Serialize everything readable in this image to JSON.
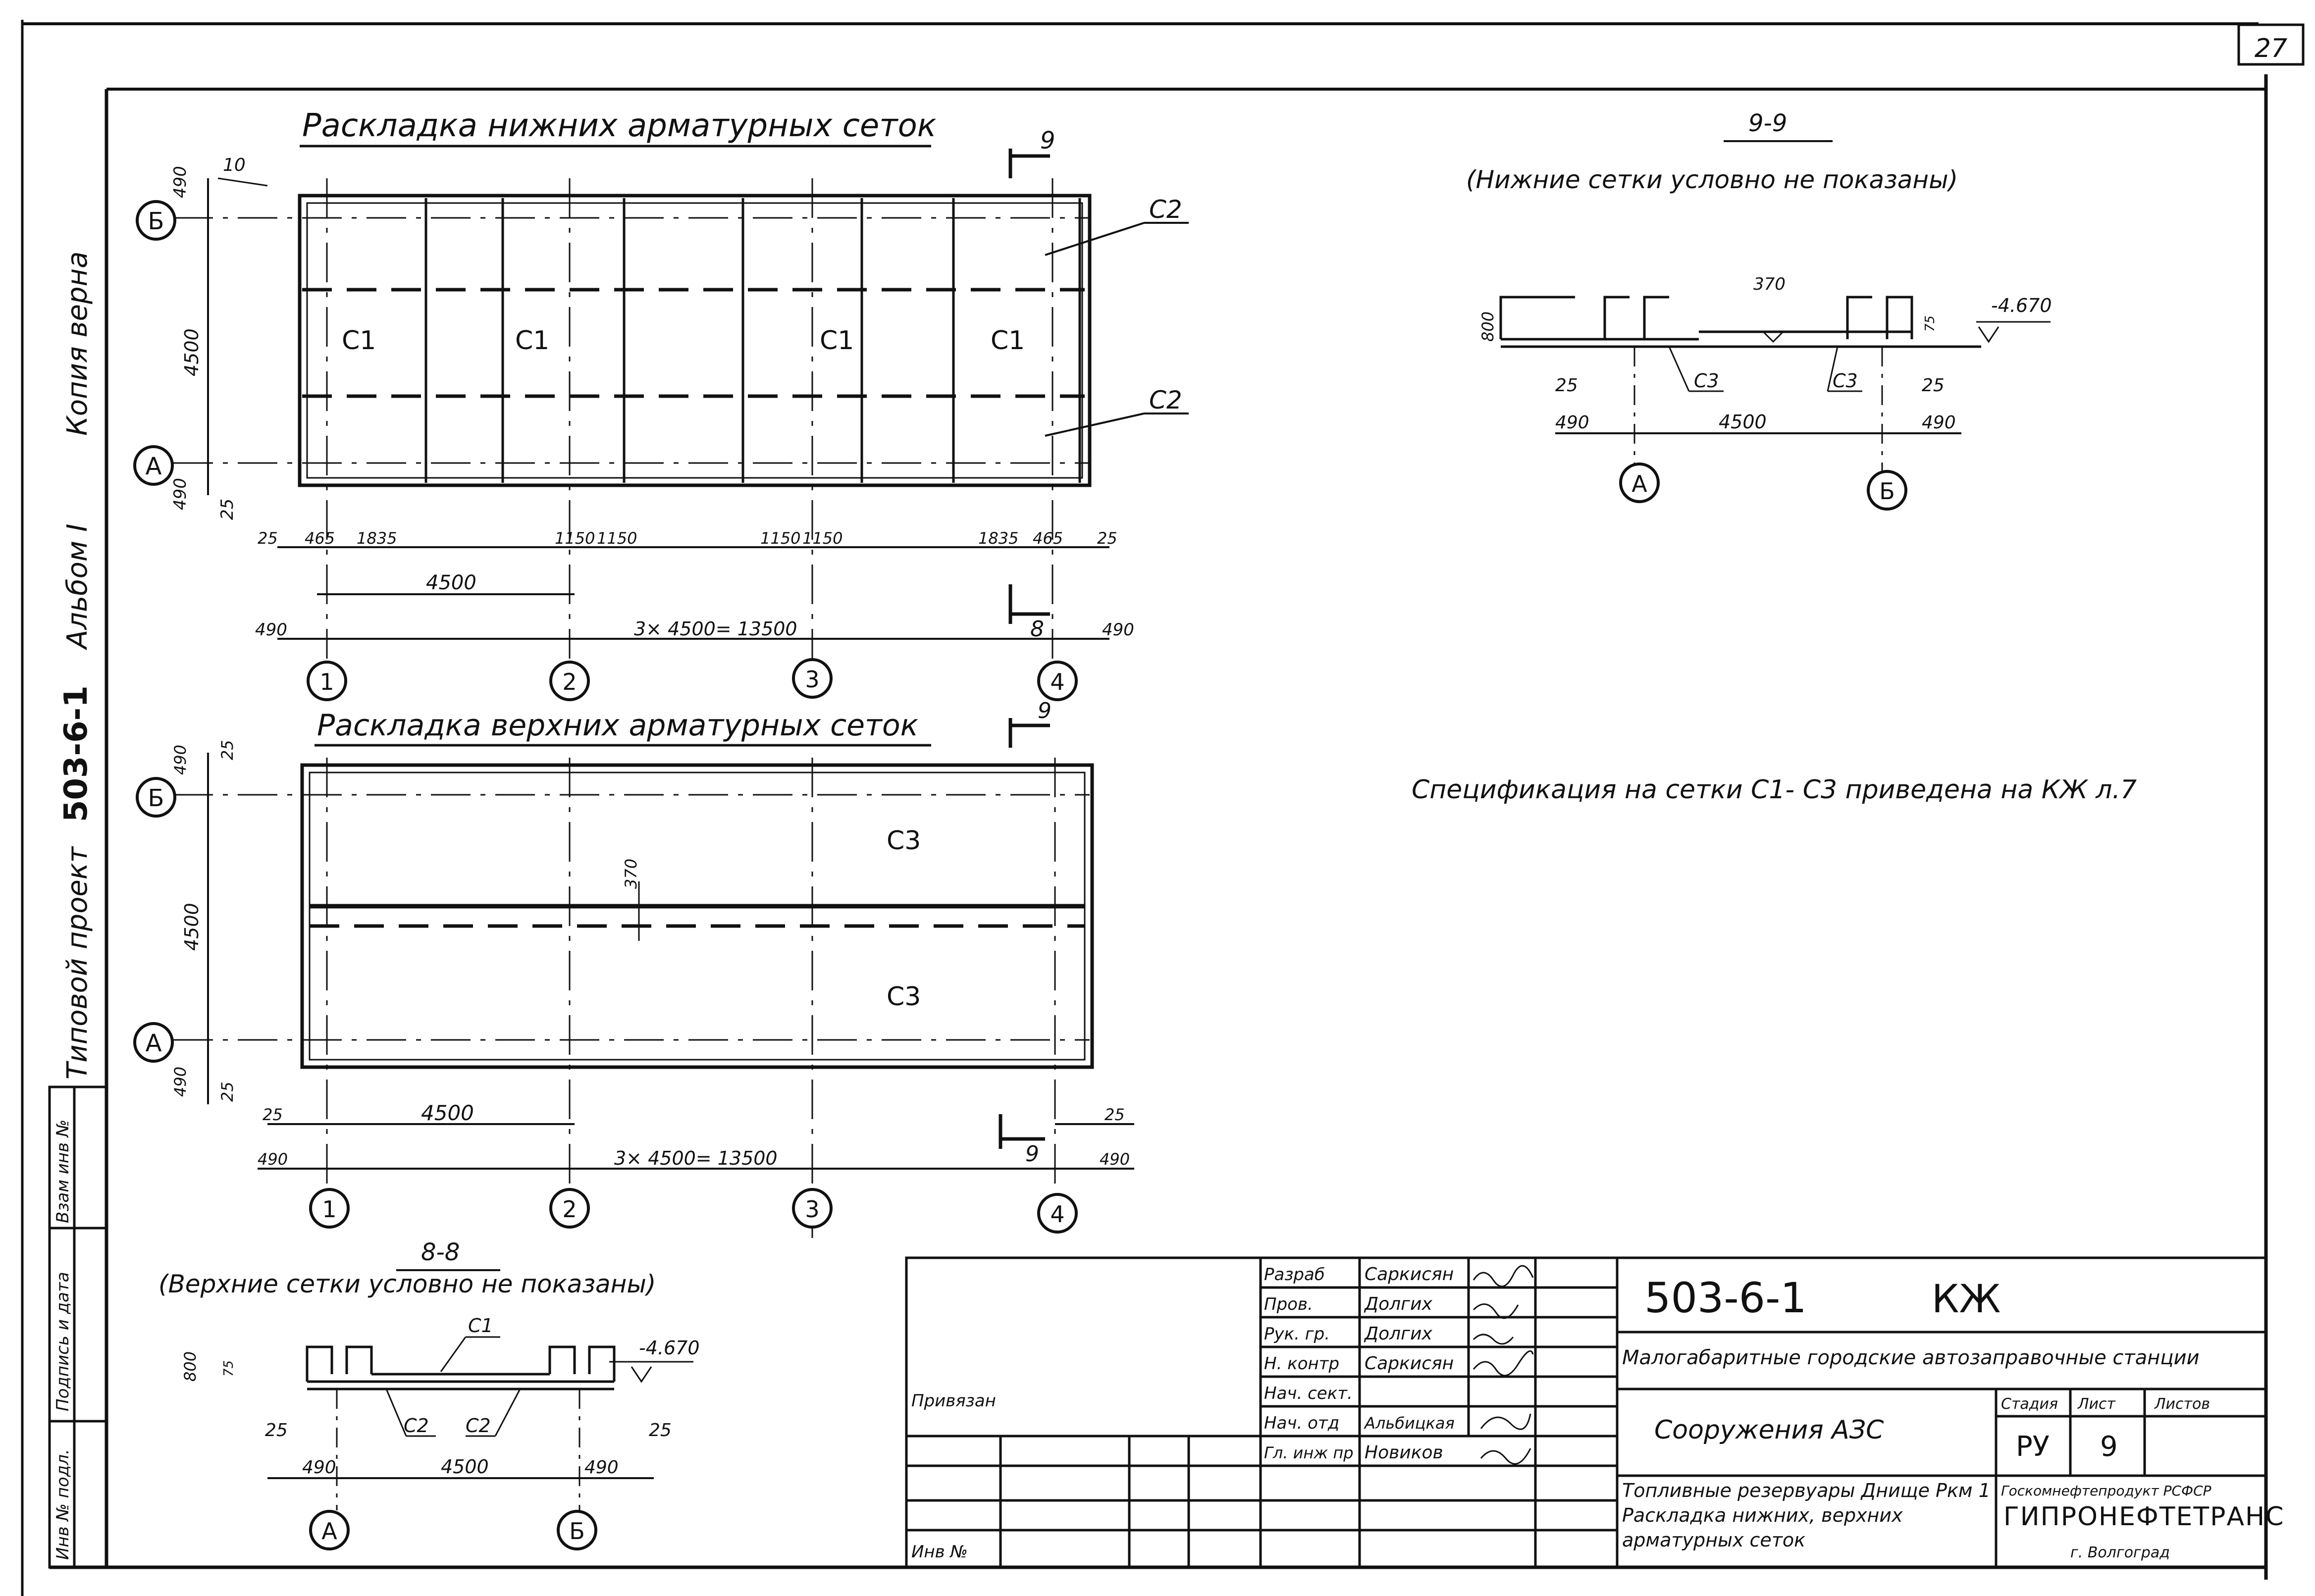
{
  "sheet_number": "27",
  "side_labels": {
    "project_label": "Типовой проект",
    "project_code": "503-6-1",
    "album": "Альбом I",
    "copy_note": "Копия верна"
  },
  "stamp_labels": [
    "Инв № подл.",
    "Подпись и дата",
    "Взам инв №"
  ],
  "plan_lower": {
    "title": "Раскладка нижних арматурных сеток",
    "axis_rows": [
      "Б",
      "А"
    ],
    "axis_cols": [
      "1",
      "2",
      "3",
      "4"
    ],
    "mesh_labels": [
      "С1",
      "С1",
      "С1",
      "С1"
    ],
    "callouts": [
      "С2",
      "С2"
    ],
    "section_marks": [
      "9",
      "8"
    ],
    "dims_left": [
      "490",
      "4500",
      "490",
      "25"
    ],
    "dims_top": [
      "10"
    ],
    "dims_bottom": [
      "25",
      "465",
      "1835",
      "1150",
      "1150",
      "1150",
      "1150",
      "1835",
      "465",
      "25"
    ],
    "dim_span": "4500",
    "dim_total": "3× 4500= 13500",
    "dim_ends": [
      "490",
      "490"
    ]
  },
  "plan_upper": {
    "title": "Раскладка верхних арматурных сеток",
    "axis_rows": [
      "Б",
      "А"
    ],
    "axis_cols": [
      "1",
      "2",
      "3",
      "4"
    ],
    "mesh_labels": [
      "С3",
      "С3"
    ],
    "section_marks": [
      "9",
      "9"
    ],
    "dims_left": [
      "25",
      "490",
      "4500",
      "490",
      "25"
    ],
    "dim_mid": "370",
    "dim_span": "4500",
    "dim_total": "3× 4500= 13500",
    "dim_ends": [
      "25",
      "490",
      "25",
      "490"
    ]
  },
  "section_9": {
    "title": "9-9",
    "note": "(Нижние сетки условно не показаны)",
    "labels": [
      "С3",
      "С3"
    ],
    "dims": [
      "800",
      "370",
      "75",
      "25",
      "25",
      "490",
      "4500",
      "490"
    ],
    "level": "-4.670",
    "axes": [
      "А",
      "Б"
    ]
  },
  "section_8": {
    "title": "8-8",
    "note": "(Верхние сетки условно не показаны)",
    "labels": [
      "С1",
      "С2",
      "С2"
    ],
    "dims": [
      "800",
      "75",
      "25",
      "25",
      "490",
      "4500",
      "490"
    ],
    "level": "-4.670",
    "axes": [
      "А",
      "Б"
    ]
  },
  "spec_note": "Спецификация на сетки С1- С3 приведена на КЖ л.7",
  "title_block": {
    "code": "503-6-1",
    "mark": "КЖ",
    "roles": [
      {
        "role": "Разраб",
        "name": "Саркисян"
      },
      {
        "role": "Пров.",
        "name": "Долгих"
      },
      {
        "role": "Рук. гр.",
        "name": "Долгих"
      },
      {
        "role": "Н. контр",
        "name": "Саркисян"
      },
      {
        "role": "Нач. сект.",
        "name": ""
      },
      {
        "role": "Нач. отд",
        "name": "Альбицкая"
      },
      {
        "role": "Гл. инж пр",
        "name": "Новиков"
      }
    ],
    "project_name": "Малогабаритные городские автозаправочные станции",
    "structure": "Сооружения АЗС",
    "stage_label": "Стадия",
    "sheet_label": "Лист",
    "sheets_label": "Листов",
    "stage": "РУ",
    "sheet": "9",
    "sheets": "",
    "sheet_title": "Топливные резервуары Днище Ркм 1 Раскладка нижних, верхних арматурных сеток",
    "org_parent": "Госкомнефтепродукт РСФСР",
    "org": "ГИПРОНЕФТЕТРАНС",
    "org_city": "г. Волгоград",
    "applied": "Привязан",
    "inv": "Инв №"
  }
}
